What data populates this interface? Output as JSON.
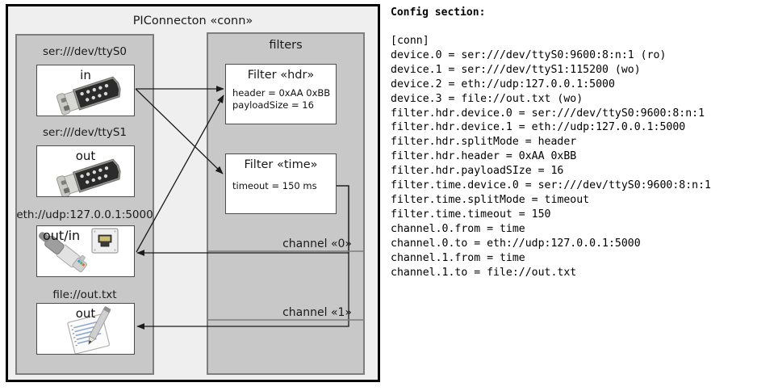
{
  "diagram": {
    "outer_title": "PIConnecton «conn»",
    "devices_group": {
      "title": "",
      "devices": [
        {
          "caption": "ser:///dev/ttyS0",
          "label": "in",
          "icon": "serial-db9-icon"
        },
        {
          "caption": "ser:///dev/ttyS1",
          "label": "out",
          "icon": "serial-db9-icon"
        },
        {
          "caption": "eth://udp:127.0.0.1:5000",
          "label": "out/in",
          "icon": "ethernet-jack-icon"
        },
        {
          "caption": "file://out.txt",
          "label": "out",
          "icon": "text-document-icon"
        }
      ]
    },
    "filters_group": {
      "title": "filters",
      "filters": [
        {
          "title": "Filter «hdr»",
          "props": [
            "header = 0xAA 0xBB",
            "payloadSize = 16"
          ]
        },
        {
          "title": "Filter «time»",
          "props": [
            "timeout = 150 ms"
          ]
        }
      ],
      "channels": [
        {
          "label": "channel «0»"
        },
        {
          "label": "channel «1»"
        }
      ]
    },
    "colors": {
      "frame_border": "#000000",
      "frame_fill": "#efefef",
      "group_fill": "#c8c8c8",
      "group_border": "#7d7d7d",
      "box_fill": "#ffffff",
      "box_border": "#4d4d4d",
      "arrow": "#1a1a1a"
    }
  },
  "config": {
    "heading": "Config section:",
    "lines": [
      "[conn]",
      "device.0 = ser:///dev/ttyS0:9600:8:n:1 (ro)",
      "device.1 = ser:///dev/ttyS1:115200 (wo)",
      "device.2 = eth://udp:127.0.0.1:5000",
      "device.3 = file://out.txt (wo)",
      "filter.hdr.device.0 = ser:///dev/ttyS0:9600:8:n:1",
      "filter.hdr.device.1 = eth://udp:127.0.0.1:5000",
      "filter.hdr.splitMode = header",
      "filter.hdr.header = 0xAA 0xBB",
      "filter.hdr.payloadSIze = 16",
      "filter.time.device.0 = ser:///dev/ttyS0:9600:8:n:1",
      "filter.time.splitMode = timeout",
      "filter.time.timeout = 150",
      "channel.0.from = time",
      "channel.0.to = eth://udp:127.0.0.1:5000",
      "channel.1.from = time",
      "channel.1.to = file://out.txt"
    ]
  }
}
